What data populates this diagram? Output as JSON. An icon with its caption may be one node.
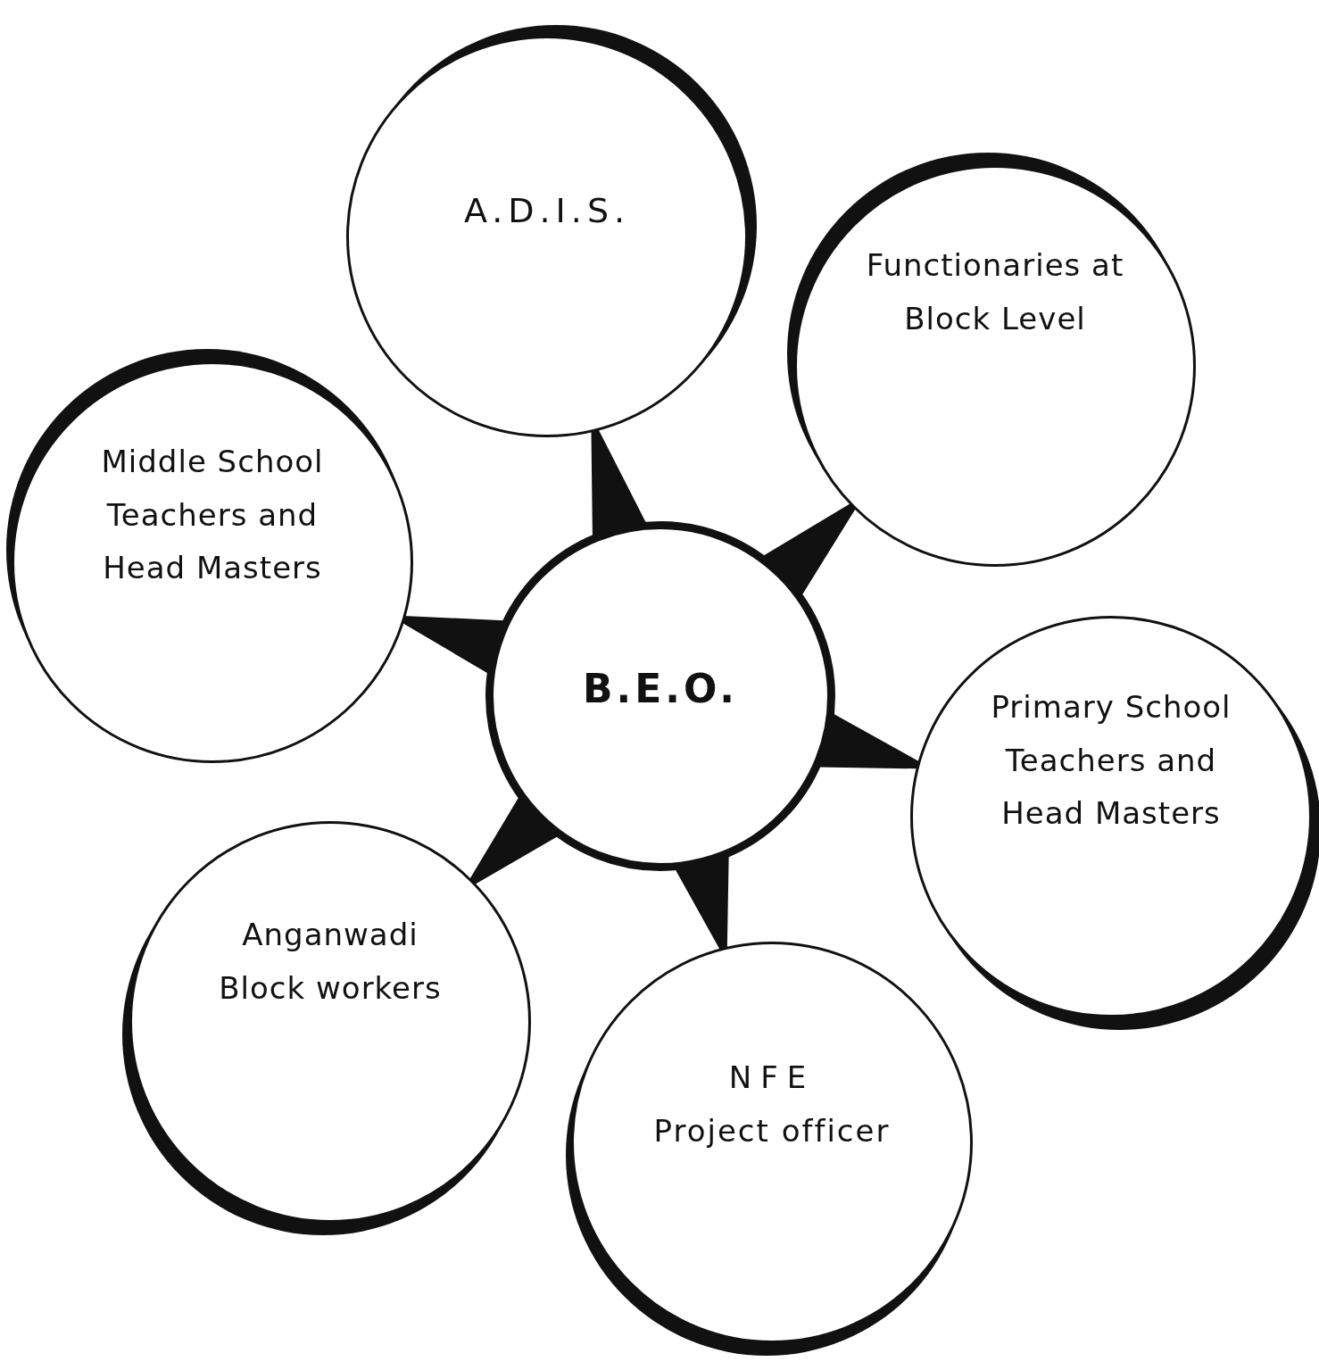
{
  "diagram": {
    "nodes": [
      {
        "text": [
          "B.E.O."
        ]
      },
      {
        "text": [
          "A.D.I.S."
        ]
      },
      {
        "text": [
          "Functionaries at Block Level"
        ]
      },
      {
        "text": [
          "Middle School Teachers and Head Masters"
        ]
      },
      {
        "text": [
          "Primary School Teachers and Head Masters"
        ]
      },
      {
        "text": [
          "NFE",
          "Project officer"
        ]
      },
      {
        "text": [
          "Anganwadi Block workers"
        ]
      }
    ],
    "edges": [
      {
        "from": 0,
        "to": 1,
        "arrow": "none"
      },
      {
        "from": 0,
        "to": 2,
        "arrow": "none"
      },
      {
        "from": 0,
        "to": 3,
        "arrow": "none"
      },
      {
        "from": 0,
        "to": 4,
        "arrow": "none"
      },
      {
        "from": 0,
        "to": 5,
        "arrow": "none"
      },
      {
        "from": 0,
        "to": 6,
        "arrow": "none"
      }
    ]
  }
}
